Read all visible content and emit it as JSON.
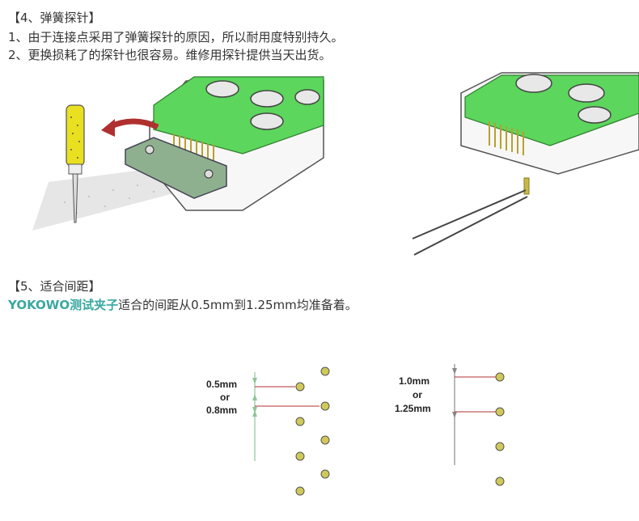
{
  "section4": {
    "heading": "【4、弹簧探针】",
    "line1": "1、由于连接点采用了弹簧探针的原因，所以耐用度特别持久。",
    "line2": "2、更换损耗了的探针也很容易。维修用探针提供当天出货。"
  },
  "section5": {
    "heading": "【5、适合间距】",
    "brand": "YOKOWO测试夹子",
    "text": "适合的间距从0.5mm到1.25mm均准备着。"
  },
  "diagram_left": {
    "pitch_a": "0.5mm",
    "or": "or",
    "pitch_b": "0.8mm"
  },
  "diagram_right": {
    "pitch_a": "1.0mm",
    "or": "or",
    "pitch_b": "1.25mm"
  },
  "colors": {
    "accent": "#3aa8a0",
    "board_green": "#5cd65c",
    "pin_gold": "#c8b84a",
    "dot_fill": "#cfc95a",
    "arrow_red": "#b03030"
  }
}
